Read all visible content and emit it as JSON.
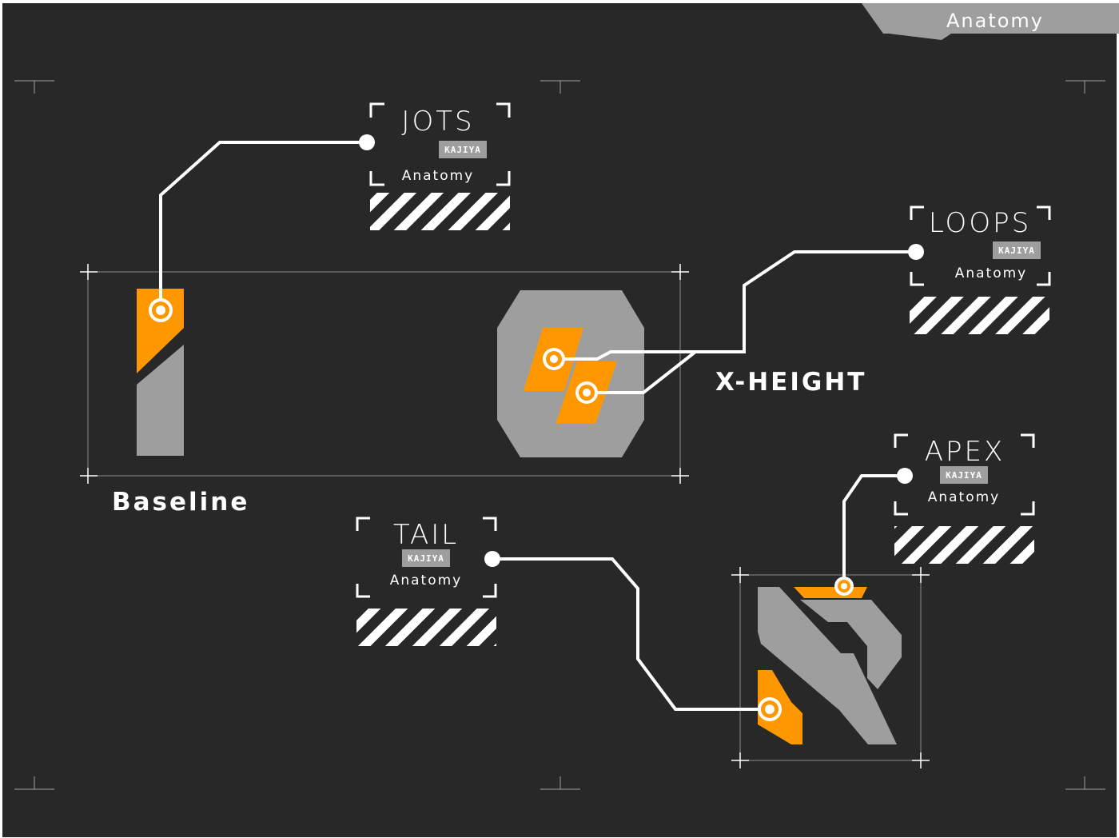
{
  "header": {
    "title": "Anatomy"
  },
  "labels": {
    "baseline": "Baseline",
    "xheight": "X-HEIGHT"
  },
  "callouts": {
    "jots": {
      "title": "JOTS",
      "tag": "KAJIYA",
      "subtitle": "Anatomy"
    },
    "loops": {
      "title": "LOOPS",
      "tag": "KAJIYA",
      "subtitle": "Anatomy"
    },
    "apex": {
      "title": "APEX",
      "tag": "KAJIYA",
      "subtitle": "Anatomy"
    },
    "tail": {
      "title": "TAIL",
      "tag": "KAJIYA",
      "subtitle": "Anatomy"
    }
  },
  "colors": {
    "background": "#282828",
    "accent": "#ff9800",
    "glyph": "#9e9e9e",
    "line": "#ffffff",
    "guide": "#8a8a8a"
  }
}
